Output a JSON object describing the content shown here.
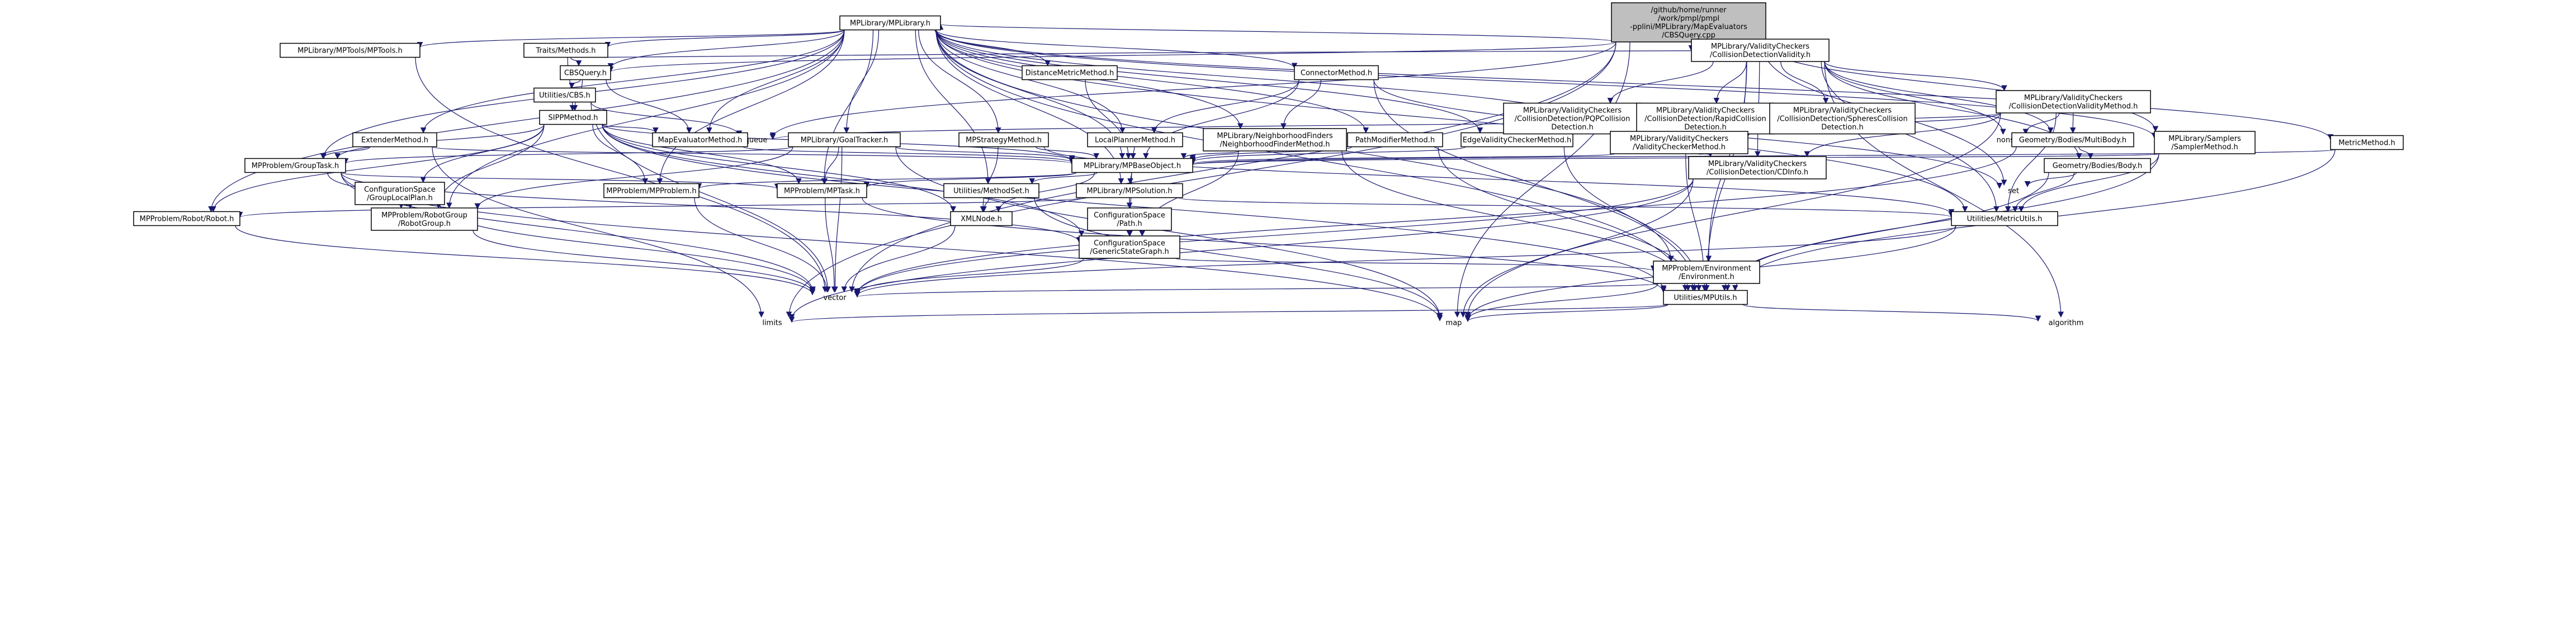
{
  "colors": {
    "edge": "#191970",
    "root_fill": "#bfbfbf",
    "normal_border": "#000000",
    "red_border": "#ff0000",
    "node_fill": "#ffffff"
  },
  "nodes": [
    {
      "id": "root",
      "lines": [
        "/github/home/runner",
        "/work/pmpl/pmpl",
        "-pplini/MPLibrary/MapEvaluators",
        "/CBSQuery.cpp"
      ],
      "style": "root"
    },
    {
      "id": "mpl_library",
      "lines": [
        "MPLibrary/MPLibrary.h"
      ],
      "style": "normal"
    },
    {
      "id": "mptools",
      "lines": [
        "MPLibrary/MPTools/MPTools.h"
      ],
      "style": "red"
    },
    {
      "id": "traits",
      "lines": [
        "Traits/Methods.h"
      ],
      "style": "red"
    },
    {
      "id": "validity_collision",
      "lines": [
        "MPLibrary/ValidityCheckers",
        "/CollisionDetectionValidity.h"
      ],
      "style": "normal"
    },
    {
      "id": "cbsquery",
      "lines": [
        "CBSQuery.h"
      ],
      "style": "normal"
    },
    {
      "id": "distance_method",
      "lines": [
        "DistanceMetricMethod.h"
      ],
      "style": "normal"
    },
    {
      "id": "connector",
      "lines": [
        "ConnectorMethod.h"
      ],
      "style": "red"
    },
    {
      "id": "utilities_cbs",
      "lines": [
        "Utilities/CBS.h"
      ],
      "style": "red"
    },
    {
      "id": "sipp",
      "lines": [
        "SIPPMethod.h"
      ],
      "style": "red"
    },
    {
      "id": "extender",
      "lines": [
        "ExtenderMethod.h"
      ],
      "style": "red"
    },
    {
      "id": "queue",
      "lines": [
        "queue"
      ],
      "style": "plain"
    },
    {
      "id": "mapevaluator",
      "lines": [
        "MapEvaluatorMethod.h"
      ],
      "style": "normal"
    },
    {
      "id": "goaltracker",
      "lines": [
        "MPLibrary/GoalTracker.h"
      ],
      "style": "red"
    },
    {
      "id": "mpstrategy",
      "lines": [
        "MPStrategyMethod.h"
      ],
      "style": "red"
    },
    {
      "id": "localplanner",
      "lines": [
        "LocalPlannerMethod.h"
      ],
      "style": "red"
    },
    {
      "id": "nf",
      "lines": [
        "MPLibrary/NeighborhoodFinders",
        "/NeighborhoodFinderMethod.h"
      ],
      "style": "red"
    },
    {
      "id": "pathmodifier",
      "lines": [
        "PathModifierMethod.h"
      ],
      "style": "red"
    },
    {
      "id": "edgevalidity",
      "lines": [
        "EdgeValidityCheckerMethod.h"
      ],
      "style": "normal"
    },
    {
      "id": "pqp",
      "lines": [
        "MPLibrary/ValidityCheckers",
        "/CollisionDetection/PQPCollision",
        "Detection.h"
      ],
      "style": "red"
    },
    {
      "id": "rapid",
      "lines": [
        "MPLibrary/ValidityCheckers",
        "/CollisionDetection/RapidCollision",
        "Detection.h"
      ],
      "style": "red"
    },
    {
      "id": "spheres",
      "lines": [
        "MPLibrary/ValidityCheckers",
        "/CollisionDetection/SpheresCollision",
        "Detection.h"
      ],
      "style": "red"
    },
    {
      "id": "cdvm",
      "lines": [
        "MPLibrary/ValidityCheckers",
        "/CollisionDetectionValidityMethod.h"
      ],
      "style": "normal"
    },
    {
      "id": "vcm",
      "lines": [
        "MPLibrary/ValidityCheckers",
        "/ValidityCheckerMethod.h"
      ],
      "style": "red"
    },
    {
      "id": "nonstdio",
      "lines": [
        "nonstd/io.h"
      ],
      "style": "plain"
    },
    {
      "id": "multibody",
      "lines": [
        "Geometry/Bodies/MultiBody.h"
      ],
      "style": "red"
    },
    {
      "id": "sampler",
      "lines": [
        "MPLibrary/Samplers",
        "/SamplerMethod.h"
      ],
      "style": "red"
    },
    {
      "id": "metric",
      "lines": [
        "MetricMethod.h"
      ],
      "style": "normal"
    },
    {
      "id": "grouptask",
      "lines": [
        "MPProblem/GroupTask.h"
      ],
      "style": "red"
    },
    {
      "id": "mpbase",
      "lines": [
        "MPLibrary/MPBaseObject.h"
      ],
      "style": "red"
    },
    {
      "id": "body",
      "lines": [
        "Geometry/Bodies/Body.h"
      ],
      "style": "red"
    },
    {
      "id": "cdinfo",
      "lines": [
        "MPLibrary/ValidityCheckers",
        "/CollisionDetection/CDInfo.h"
      ],
      "style": "red"
    },
    {
      "id": "grouplocalplan",
      "lines": [
        "ConfigurationSpace",
        "/GroupLocalPlan.h"
      ],
      "style": "red"
    },
    {
      "id": "mpproblem",
      "lines": [
        "MPProblem/MPProblem.h"
      ],
      "style": "red"
    },
    {
      "id": "methodset",
      "lines": [
        "Utilities/MethodSet.h"
      ],
      "style": "red"
    },
    {
      "id": "mpsolution",
      "lines": [
        "MPLibrary/MPSolution.h"
      ],
      "style": "red"
    },
    {
      "id": "mptask",
      "lines": [
        "MPProblem/MPTask.h"
      ],
      "style": "red"
    },
    {
      "id": "set",
      "lines": [
        "set"
      ],
      "style": "plain"
    },
    {
      "id": "robot",
      "lines": [
        "MPProblem/Robot/Robot.h"
      ],
      "style": "red"
    },
    {
      "id": "robotgroup",
      "lines": [
        "MPProblem/RobotGroup",
        "/RobotGroup.h"
      ],
      "style": "red"
    },
    {
      "id": "xmlnode",
      "lines": [
        "XMLNode.h"
      ],
      "style": "red"
    },
    {
      "id": "path",
      "lines": [
        "ConfigurationSpace",
        "/Path.h"
      ],
      "style": "red"
    },
    {
      "id": "metricutils",
      "lines": [
        "Utilities/MetricUtils.h"
      ],
      "style": "red"
    },
    {
      "id": "gsg",
      "lines": [
        "ConfigurationSpace",
        "/GenericStateGraph.h"
      ],
      "style": "red"
    },
    {
      "id": "environment",
      "lines": [
        "MPProblem/Environment",
        "/Environment.h"
      ],
      "style": "red"
    },
    {
      "id": "vector",
      "lines": [
        "vector"
      ],
      "style": "plain"
    },
    {
      "id": "mputils",
      "lines": [
        "Utilities/MPUtils.h"
      ],
      "style": "red"
    },
    {
      "id": "limits",
      "lines": [
        "limits"
      ],
      "style": "plain"
    },
    {
      "id": "map",
      "lines": [
        "map"
      ],
      "style": "plain"
    },
    {
      "id": "algorithm",
      "lines": [
        "algorithm"
      ],
      "style": "plain"
    }
  ],
  "edges": [
    [
      "root",
      "mpl_library"
    ],
    [
      "root",
      "validity_collision"
    ],
    [
      "root",
      "cbsquery"
    ],
    [
      "root",
      "queue"
    ],
    [
      "root",
      "set"
    ],
    [
      "root",
      "vector"
    ],
    [
      "root",
      "limits"
    ],
    [
      "root",
      "map"
    ],
    [
      "root",
      "sampler"
    ],
    [
      "mpl_library",
      "mptools"
    ],
    [
      "mpl_library",
      "traits"
    ],
    [
      "mpl_library",
      "cbsquery"
    ],
    [
      "mpl_library",
      "distance_method"
    ],
    [
      "mpl_library",
      "connector"
    ],
    [
      "mpl_library",
      "extender"
    ],
    [
      "mpl_library",
      "mapevaluator"
    ],
    [
      "mpl_library",
      "goaltracker"
    ],
    [
      "mpl_library",
      "mpstrategy"
    ],
    [
      "mpl_library",
      "localplanner"
    ],
    [
      "mpl_library",
      "nf"
    ],
    [
      "mpl_library",
      "pathmodifier"
    ],
    [
      "mpl_library",
      "edgevalidity"
    ],
    [
      "mpl_library",
      "vcm"
    ],
    [
      "mpl_library",
      "sampler"
    ],
    [
      "mpl_library",
      "metric"
    ],
    [
      "mpl_library",
      "grouptask"
    ],
    [
      "mpl_library",
      "mpbase"
    ],
    [
      "mpl_library",
      "mpproblem"
    ],
    [
      "mpl_library",
      "methodset"
    ],
    [
      "mpl_library",
      "mpsolution"
    ],
    [
      "mpl_library",
      "mptask"
    ],
    [
      "mpl_library",
      "robot"
    ],
    [
      "mpl_library",
      "robotgroup"
    ],
    [
      "mpl_library",
      "mputils"
    ],
    [
      "mpl_library",
      "metricutils"
    ],
    [
      "mpl_library",
      "environment"
    ],
    [
      "traits",
      "validity_collision"
    ],
    [
      "traits",
      "cbsquery"
    ],
    [
      "traits",
      "sipp"
    ],
    [
      "mptools",
      "vector"
    ],
    [
      "validity_collision",
      "pqp"
    ],
    [
      "validity_collision",
      "rapid"
    ],
    [
      "validity_collision",
      "spheres"
    ],
    [
      "validity_collision",
      "cdvm"
    ],
    [
      "validity_collision",
      "nonstdio"
    ],
    [
      "validity_collision",
      "multibody"
    ],
    [
      "validity_collision",
      "body"
    ],
    [
      "validity_collision",
      "cdinfo"
    ],
    [
      "validity_collision",
      "metricutils"
    ],
    [
      "validity_collision",
      "mputils"
    ],
    [
      "validity_collision",
      "algorithm"
    ],
    [
      "validity_collision",
      "environment"
    ],
    [
      "cbsquery",
      "utilities_cbs"
    ],
    [
      "cbsquery",
      "sipp"
    ],
    [
      "cbsquery",
      "mapevaluator"
    ],
    [
      "utilities_cbs",
      "queue"
    ],
    [
      "utilities_cbs",
      "vector"
    ],
    [
      "sipp",
      "mapevaluator"
    ],
    [
      "sipp",
      "grouptask"
    ],
    [
      "sipp",
      "grouplocalplan"
    ],
    [
      "sipp",
      "mpbase"
    ],
    [
      "sipp",
      "mptask"
    ],
    [
      "sipp",
      "mpproblem"
    ],
    [
      "sipp",
      "robot"
    ],
    [
      "sipp",
      "robotgroup"
    ],
    [
      "sipp",
      "gsg"
    ],
    [
      "sipp",
      "mputils"
    ],
    [
      "sipp",
      "xmlnode"
    ],
    [
      "distance_method",
      "mpbase"
    ],
    [
      "connector",
      "localplanner"
    ],
    [
      "connector",
      "nf"
    ],
    [
      "connector",
      "mpbase"
    ],
    [
      "connector",
      "mputils"
    ],
    [
      "connector",
      "set"
    ],
    [
      "extender",
      "mpbase"
    ],
    [
      "extender",
      "grouptask"
    ],
    [
      "extender",
      "limits"
    ],
    [
      "mapevaluator",
      "mpbase"
    ],
    [
      "goaltracker",
      "grouptask"
    ],
    [
      "goaltracker",
      "mpbase"
    ],
    [
      "goaltracker",
      "robotgroup"
    ],
    [
      "goaltracker",
      "mptask"
    ],
    [
      "goaltracker",
      "vector"
    ],
    [
      "goaltracker",
      "map"
    ],
    [
      "mpstrategy",
      "mpbase"
    ],
    [
      "mpstrategy",
      "xmlnode"
    ],
    [
      "mpstrategy",
      "metricutils"
    ],
    [
      "localplanner",
      "mpbase"
    ],
    [
      "nf",
      "mpbase"
    ],
    [
      "nf",
      "gsg"
    ],
    [
      "nf",
      "mputils"
    ],
    [
      "pathmodifier",
      "mpbase"
    ],
    [
      "pathmodifier",
      "mputils"
    ],
    [
      "edgevalidity",
      "mpbase"
    ],
    [
      "edgevalidity",
      "mputils"
    ],
    [
      "cdvm",
      "vcm"
    ],
    [
      "cdvm",
      "multibody"
    ],
    [
      "cdvm",
      "cdinfo"
    ],
    [
      "cdvm",
      "nonstdio"
    ],
    [
      "cdvm",
      "queue"
    ],
    [
      "cdvm",
      "metricutils"
    ],
    [
      "cdvm",
      "map"
    ],
    [
      "vcm",
      "mpbase"
    ],
    [
      "vcm",
      "cdinfo"
    ],
    [
      "vcm",
      "mputils"
    ],
    [
      "multibody",
      "body"
    ],
    [
      "multibody",
      "vector"
    ],
    [
      "sampler",
      "mpbase"
    ],
    [
      "sampler",
      "metricutils"
    ],
    [
      "sampler",
      "mputils"
    ],
    [
      "metric",
      "mpbase"
    ],
    [
      "metric",
      "mputils"
    ],
    [
      "grouptask",
      "mptask"
    ],
    [
      "grouptask",
      "robotgroup"
    ],
    [
      "grouptask",
      "vector"
    ],
    [
      "grouptask",
      "gsg"
    ],
    [
      "grouptask",
      "map"
    ],
    [
      "mpbase",
      "mpproblem"
    ],
    [
      "mpbase",
      "methodset"
    ],
    [
      "mpbase",
      "mpsolution"
    ],
    [
      "mpbase",
      "mptask"
    ],
    [
      "mpbase",
      "xmlnode"
    ],
    [
      "mpbase",
      "gsg"
    ],
    [
      "body",
      "set"
    ],
    [
      "body",
      "mputils"
    ],
    [
      "body",
      "metricutils"
    ],
    [
      "cdinfo",
      "vector"
    ],
    [
      "cdinfo",
      "limits"
    ],
    [
      "cdinfo",
      "map"
    ],
    [
      "grouplocalplan",
      "robotgroup"
    ],
    [
      "grouplocalplan",
      "vector"
    ],
    [
      "mpproblem",
      "vector"
    ],
    [
      "methodset",
      "xmlnode"
    ],
    [
      "methodset",
      "map"
    ],
    [
      "mpsolution",
      "path"
    ],
    [
      "mpsolution",
      "gsg"
    ],
    [
      "mpsolution",
      "robot"
    ],
    [
      "mpsolution",
      "metricutils"
    ],
    [
      "mptask",
      "vector"
    ],
    [
      "mptask",
      "mputils"
    ],
    [
      "robot",
      "vector"
    ],
    [
      "robotgroup",
      "vector"
    ],
    [
      "xmlnode",
      "vector"
    ],
    [
      "path",
      "gsg"
    ],
    [
      "metricutils",
      "vector"
    ],
    [
      "metricutils",
      "map"
    ],
    [
      "gsg",
      "vector"
    ],
    [
      "gsg",
      "environment"
    ],
    [
      "environment",
      "mputils"
    ],
    [
      "environment",
      "map"
    ],
    [
      "environment",
      "vector"
    ],
    [
      "mputils",
      "limits"
    ],
    [
      "mputils",
      "map"
    ],
    [
      "mputils",
      "algorithm"
    ]
  ]
}
